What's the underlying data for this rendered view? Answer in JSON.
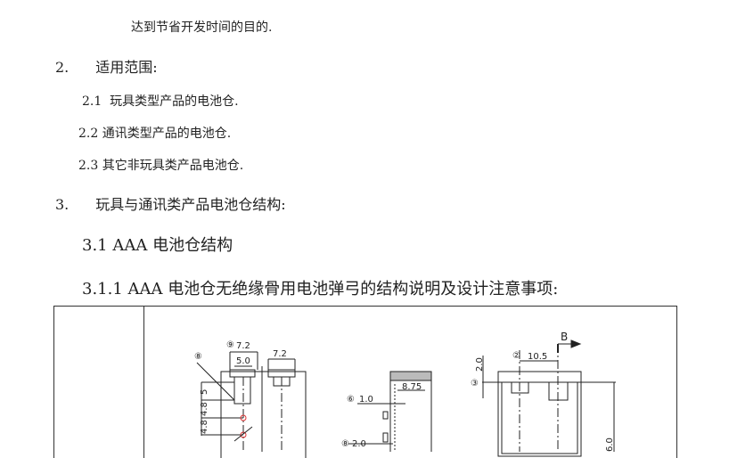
{
  "intro_tail": "达到节省开发时间的目的.",
  "section2": {
    "number": "2.",
    "title": "适用范围:"
  },
  "scope_items": [
    {
      "number": "2.1",
      "text": "玩具类型产品的电池仓."
    },
    {
      "number": "2.2",
      "text": "通讯类型产品的电池仓."
    },
    {
      "number": "2.3",
      "text": "其它非玩具类产品电池仓."
    }
  ],
  "section3": {
    "number": "3.",
    "title": "玩具与通讯类产品电池仓结构:"
  },
  "section31": "3.1 AAA 电池仓结构",
  "section311": "3.1.1 AAA 电池仓无绝缘骨用电池弹弓的结构说明及设计注意事项:",
  "drawing": {
    "callouts": [
      "⑧",
      "⑨",
      "⑥",
      "⑧",
      "②",
      "③"
    ],
    "dims": [
      "7.2",
      "5.0",
      "7.2",
      "5",
      "4.8",
      "4.8",
      "8.75",
      "1.0",
      "2.0",
      "10.5",
      "2.0",
      "6.0"
    ],
    "section_marker": "B"
  }
}
